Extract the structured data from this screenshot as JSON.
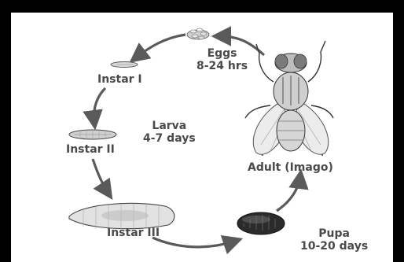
{
  "diagram": {
    "stages": {
      "eggs": {
        "name": "Eggs",
        "duration": "8-24 hrs"
      },
      "instar1": {
        "name": "Instar I"
      },
      "larva": {
        "name": "Larva",
        "duration": "4-7 days"
      },
      "instar2": {
        "name": "Instar II"
      },
      "instar3": {
        "name": "Instar III"
      },
      "pupa": {
        "name": "Pupa",
        "duration": "10-20 days"
      },
      "adult": {
        "name": "Adult (Imago)"
      }
    },
    "colors": {
      "background": "#ffffff",
      "border": "#000000",
      "text": "#4a4a4a",
      "arrow": "#5a5a5a",
      "pupa": "#2b2b2b"
    }
  }
}
